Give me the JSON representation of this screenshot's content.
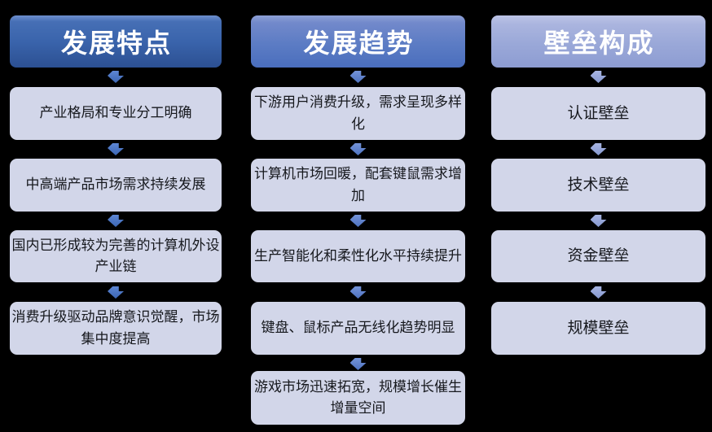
{
  "diagram": {
    "columns": [
      {
        "header": "发展特点",
        "items": [
          "产业格局和专业分工明确",
          "中高端产品市场需求持续发展",
          "国内已形成较为完善的计算机外设\n产业链",
          "消费升级驱动品牌意识觉醒，市场\n集中度提高"
        ]
      },
      {
        "header": "发展趋势",
        "items": [
          "下游用户消费升级，需求呈现多样\n化",
          "计算机市场回暖，配套键鼠需求增\n加",
          "生产智能化和柔性化水平持续提升",
          "键盘、鼠标产品无线化趋势明显",
          "游戏市场迅速拓宽，规模增长催生\n增量空间"
        ]
      },
      {
        "header": "壁垒构成",
        "items": [
          "认证壁垒",
          "技术壁垒",
          "资金壁垒",
          "规模壁垒"
        ]
      }
    ],
    "colors": {
      "background": "#000000",
      "header_text": "#ffffff",
      "header_gradient_top": [
        "#466fb5",
        "#7289cb",
        "#abb5df"
      ],
      "header_gradient_bottom": [
        "#2c5092",
        "#4a6ebd",
        "#8d9cd2"
      ],
      "box_fill": "#d2d6e9",
      "box_text": "#16181d",
      "arrow_colors": [
        "#4371c2",
        "#5c80cd",
        "#93a3d9"
      ]
    }
  }
}
